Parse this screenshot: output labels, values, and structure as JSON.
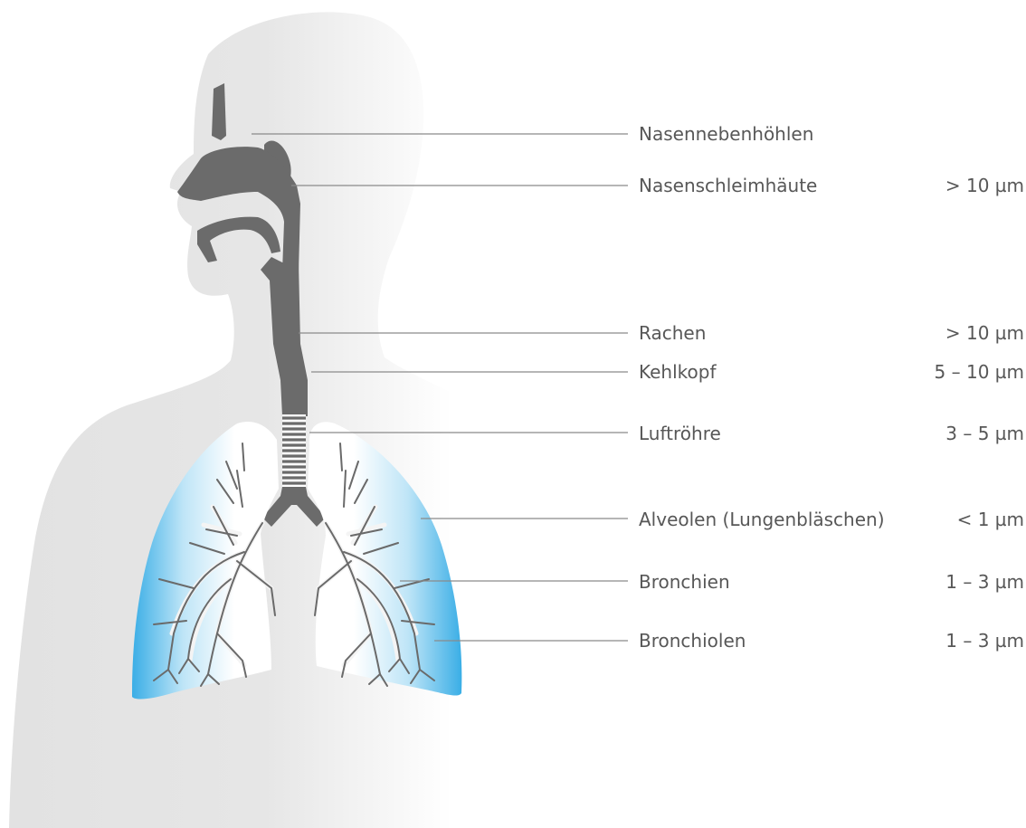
{
  "colors": {
    "silhouette": "#e4e4e4",
    "airway": "#6b6b6b",
    "lung_tint": "#3aaee6",
    "leader_line": "#8a8a8a",
    "label_text": "#575757"
  },
  "labels": [
    {
      "name": "Nasennebenhöhlen",
      "size": ""
    },
    {
      "name": "Nasenschleimhäute",
      "size": "> 10 µm"
    },
    {
      "name": "Rachen",
      "size": "> 10 µm"
    },
    {
      "name": "Kehlkopf",
      "size": "5 – 10 µm"
    },
    {
      "name": "Luftröhre",
      "size": "3 – 5 µm"
    },
    {
      "name": "Alveolen (Lungenbläschen)",
      "size": "< 1 µm"
    },
    {
      "name": "Bronchien",
      "size": "1 – 3 µm"
    },
    {
      "name": "Bronchiolen",
      "size": "1 – 3 µm"
    }
  ]
}
